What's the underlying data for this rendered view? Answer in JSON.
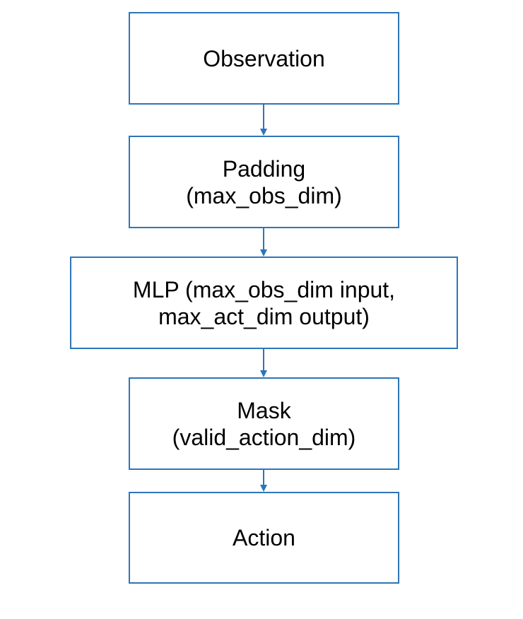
{
  "diagram": {
    "edge_color": "#2e75b6",
    "nodes": [
      {
        "id": "observation",
        "lines": [
          "Observation"
        ]
      },
      {
        "id": "padding",
        "lines": [
          "Padding",
          "(max_obs_dim)"
        ]
      },
      {
        "id": "mlp",
        "lines": [
          "MLP (max_obs_dim input,",
          "max_act_dim output)"
        ]
      },
      {
        "id": "mask",
        "lines": [
          "Mask",
          "(valid_action_dim)"
        ]
      },
      {
        "id": "action",
        "lines": [
          "Action"
        ]
      }
    ],
    "edges": [
      {
        "from": "observation",
        "to": "padding"
      },
      {
        "from": "padding",
        "to": "mlp"
      },
      {
        "from": "mlp",
        "to": "mask"
      },
      {
        "from": "mask",
        "to": "action"
      }
    ]
  }
}
